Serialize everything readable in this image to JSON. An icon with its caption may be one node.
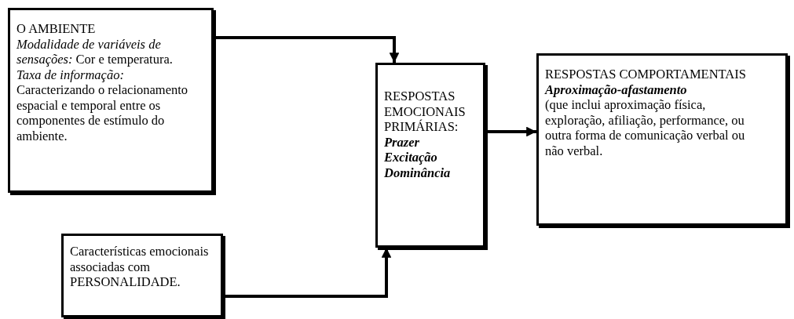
{
  "diagram": {
    "nodes": [
      {
        "text": [
          "O AMBIENTE",
          "*Modalidade de variáveis de sensações:* Cor e temperatura.",
          "*Taxa de informação:* Caracterizando o relacionamento espacial e temporal entre os componentes de estímulo do ambiente."
        ]
      },
      {
        "text": [
          "RESPOSTAS EMOCIONAIS PRIMÁRIAS:",
          "Prazer",
          "Excitação",
          "Dominância"
        ]
      },
      {
        "text": [
          "RESPOSTAS COMPORTAMENTAIS",
          "Aproximação-afastamento",
          "(que inclui aproximação física, exploração, afiliação, performance, ou outra forma de comunicação verbal ou não verbal."
        ]
      },
      {
        "text": [
          "Características emocionais associadas com PERSONALIDADE."
        ]
      }
    ],
    "edges": [
      {
        "from": 0,
        "to": 1,
        "arrow": "to"
      },
      {
        "from": 3,
        "to": 1,
        "arrow": "to"
      },
      {
        "from": 1,
        "to": 2,
        "arrow": "to"
      }
    ]
  }
}
